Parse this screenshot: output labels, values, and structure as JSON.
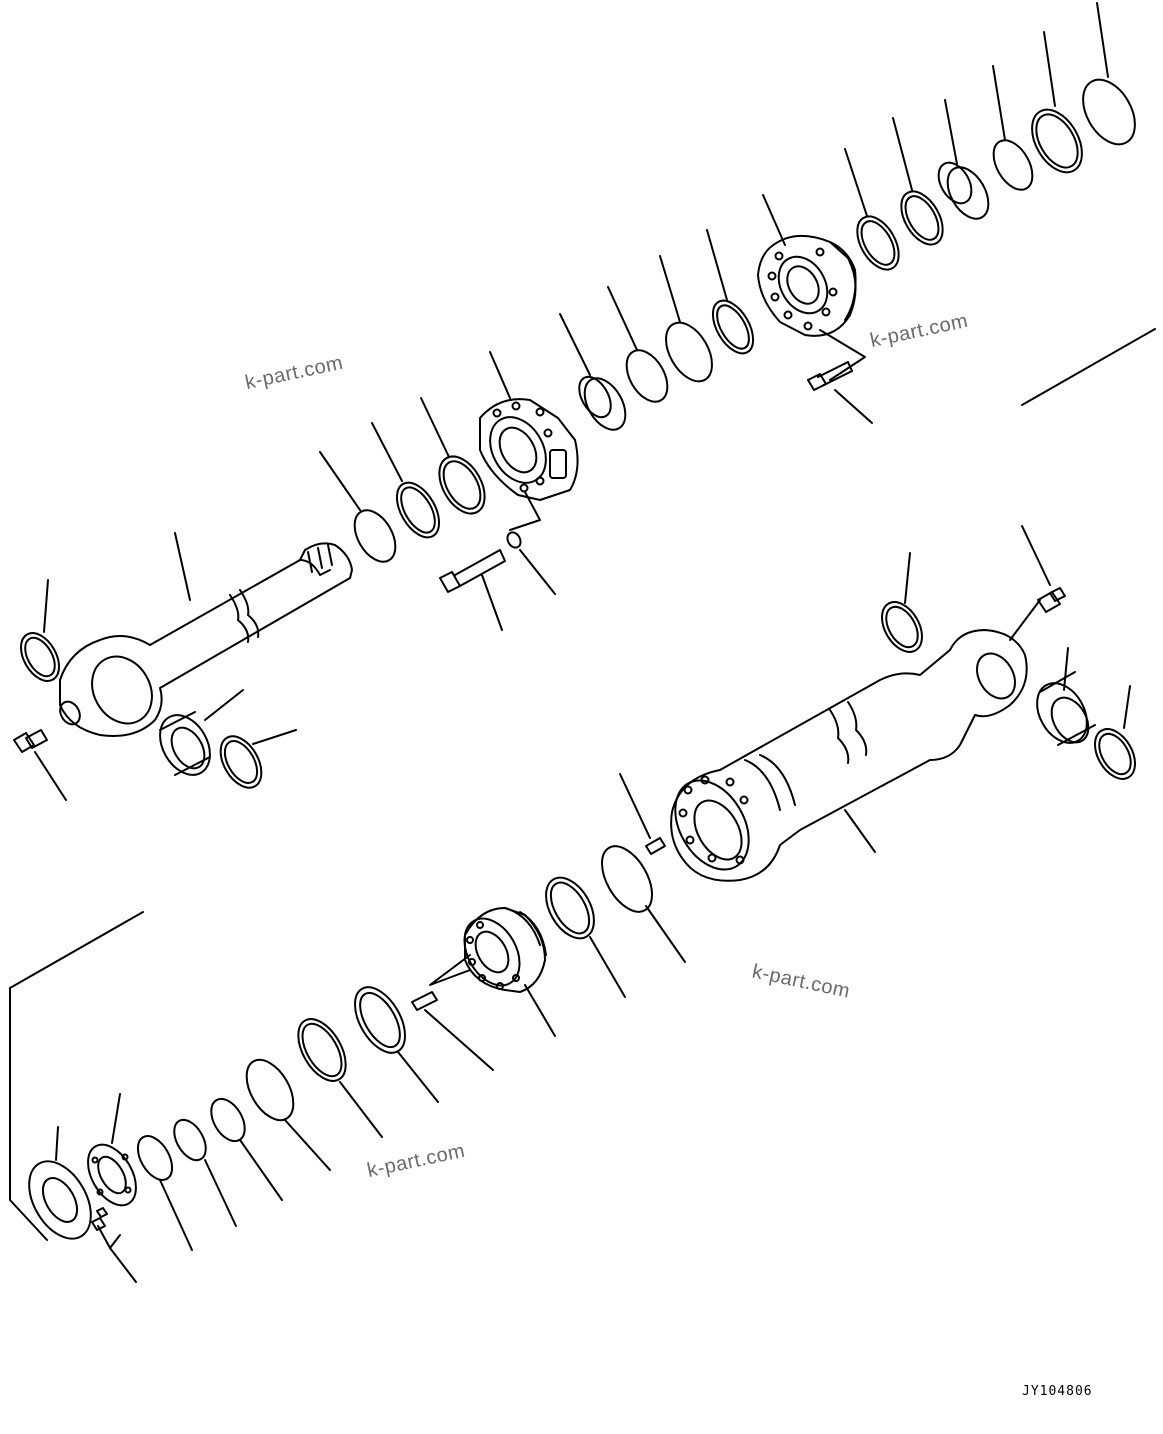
{
  "watermarks": [
    "k-part.com",
    "k-part.com",
    "k-part.com",
    "k-part.com"
  ],
  "drawing_code": "JY104806",
  "line_color": "#000000",
  "watermark_color": "#6a6a6a"
}
